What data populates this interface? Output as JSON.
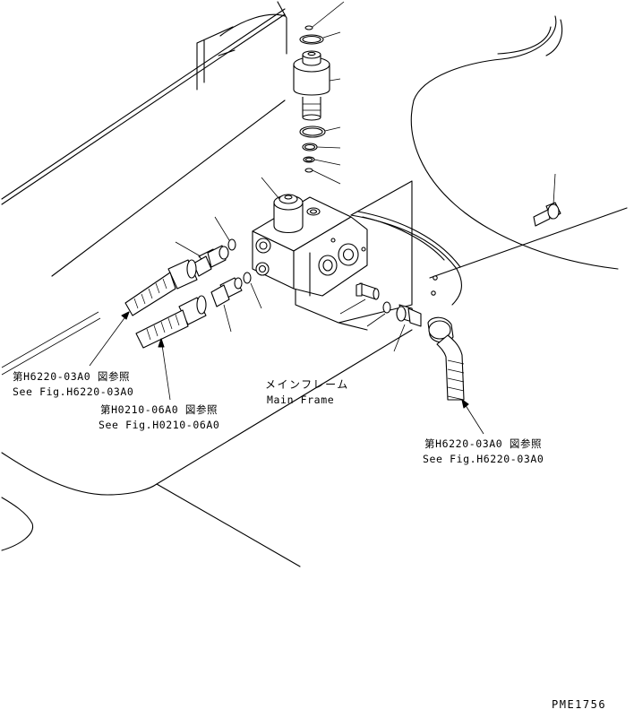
{
  "labels": {
    "ref1_jp": "第H6220-03A0 図参照",
    "ref1_en": "See Fig.H6220-03A0",
    "ref2_jp": "第H0210-06A0 図参照",
    "ref2_en": "See Fig.H0210-06A0",
    "ref3_jp": "第H6220-03A0 図参照",
    "ref3_en": "See Fig.H6220-03A0",
    "frame_jp": "メインフレーム",
    "frame_en": "Main Frame",
    "drawing_code": "PME1756"
  }
}
